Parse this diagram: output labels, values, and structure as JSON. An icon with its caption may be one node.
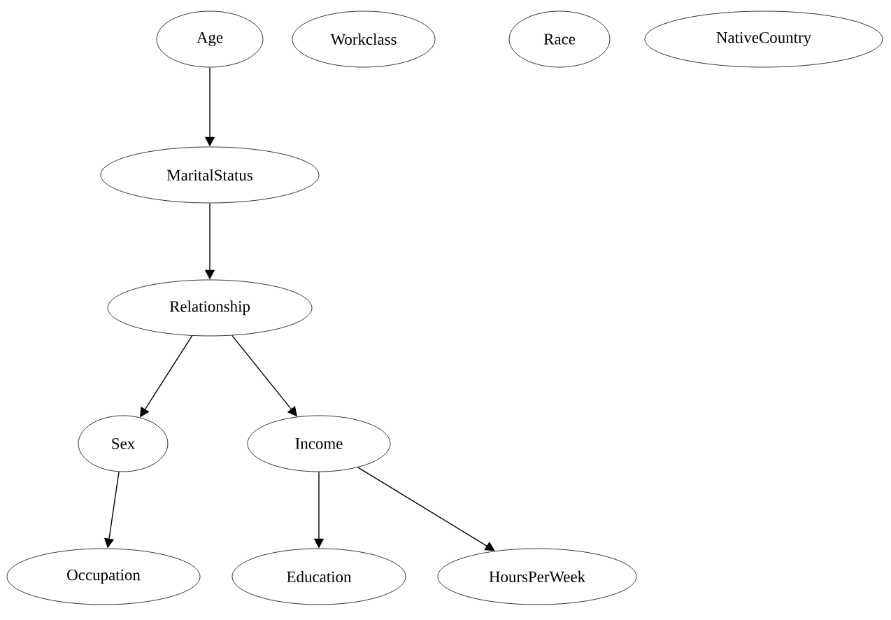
{
  "diagram": {
    "nodes": [
      {
        "text": [
          "Age"
        ]
      },
      {
        "text": [
          "Workclass"
        ]
      },
      {
        "text": [
          "Race"
        ]
      },
      {
        "text": [
          "NativeCountry"
        ]
      },
      {
        "text": [
          "MaritalStatus"
        ]
      },
      {
        "text": [
          "Relationship"
        ]
      },
      {
        "text": [
          "Sex"
        ]
      },
      {
        "text": [
          "Income"
        ]
      },
      {
        "text": [
          "Occupation"
        ]
      },
      {
        "text": [
          "Education"
        ]
      },
      {
        "text": [
          "HoursPerWeek"
        ]
      }
    ],
    "edges": [
      {
        "from": 0,
        "to": 4,
        "arrow": "to"
      },
      {
        "from": 4,
        "to": 5,
        "arrow": "to"
      },
      {
        "from": 5,
        "to": 6,
        "arrow": "to"
      },
      {
        "from": 5,
        "to": 7,
        "arrow": "to"
      },
      {
        "from": 6,
        "to": 8,
        "arrow": "to"
      },
      {
        "from": 7,
        "to": 9,
        "arrow": "to"
      },
      {
        "from": 7,
        "to": 10,
        "arrow": "to"
      }
    ]
  }
}
